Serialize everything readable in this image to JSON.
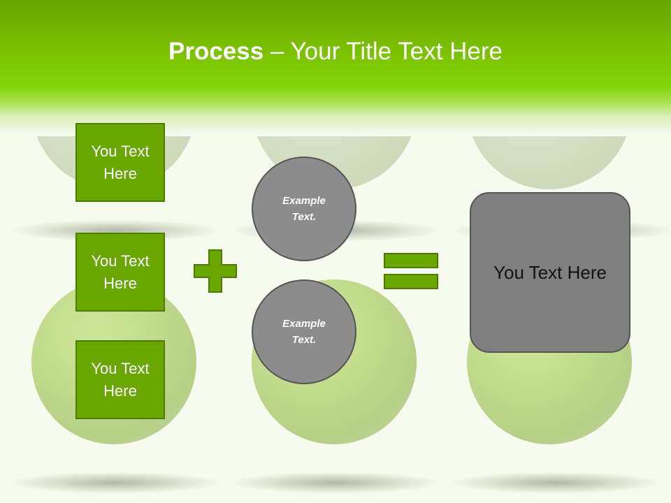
{
  "slide": {
    "title_bold": "Process",
    "title_rest": " – Your Title Text Here",
    "boxes": [
      {
        "label": "You Text Here"
      },
      {
        "label": "You Text Here"
      },
      {
        "label": "You Text Here"
      }
    ],
    "circles": [
      {
        "label": "Example Text."
      },
      {
        "label": "Example Text."
      }
    ],
    "result": {
      "label": "You Text Here"
    }
  },
  "colors": {
    "header_green": "#7cc200",
    "box_green": "#6aa600",
    "circle_gray": "#8c8c8c",
    "result_gray": "#808080",
    "background": "#f7fbee"
  },
  "icons": [
    "plus-icon",
    "equals-icon"
  ]
}
